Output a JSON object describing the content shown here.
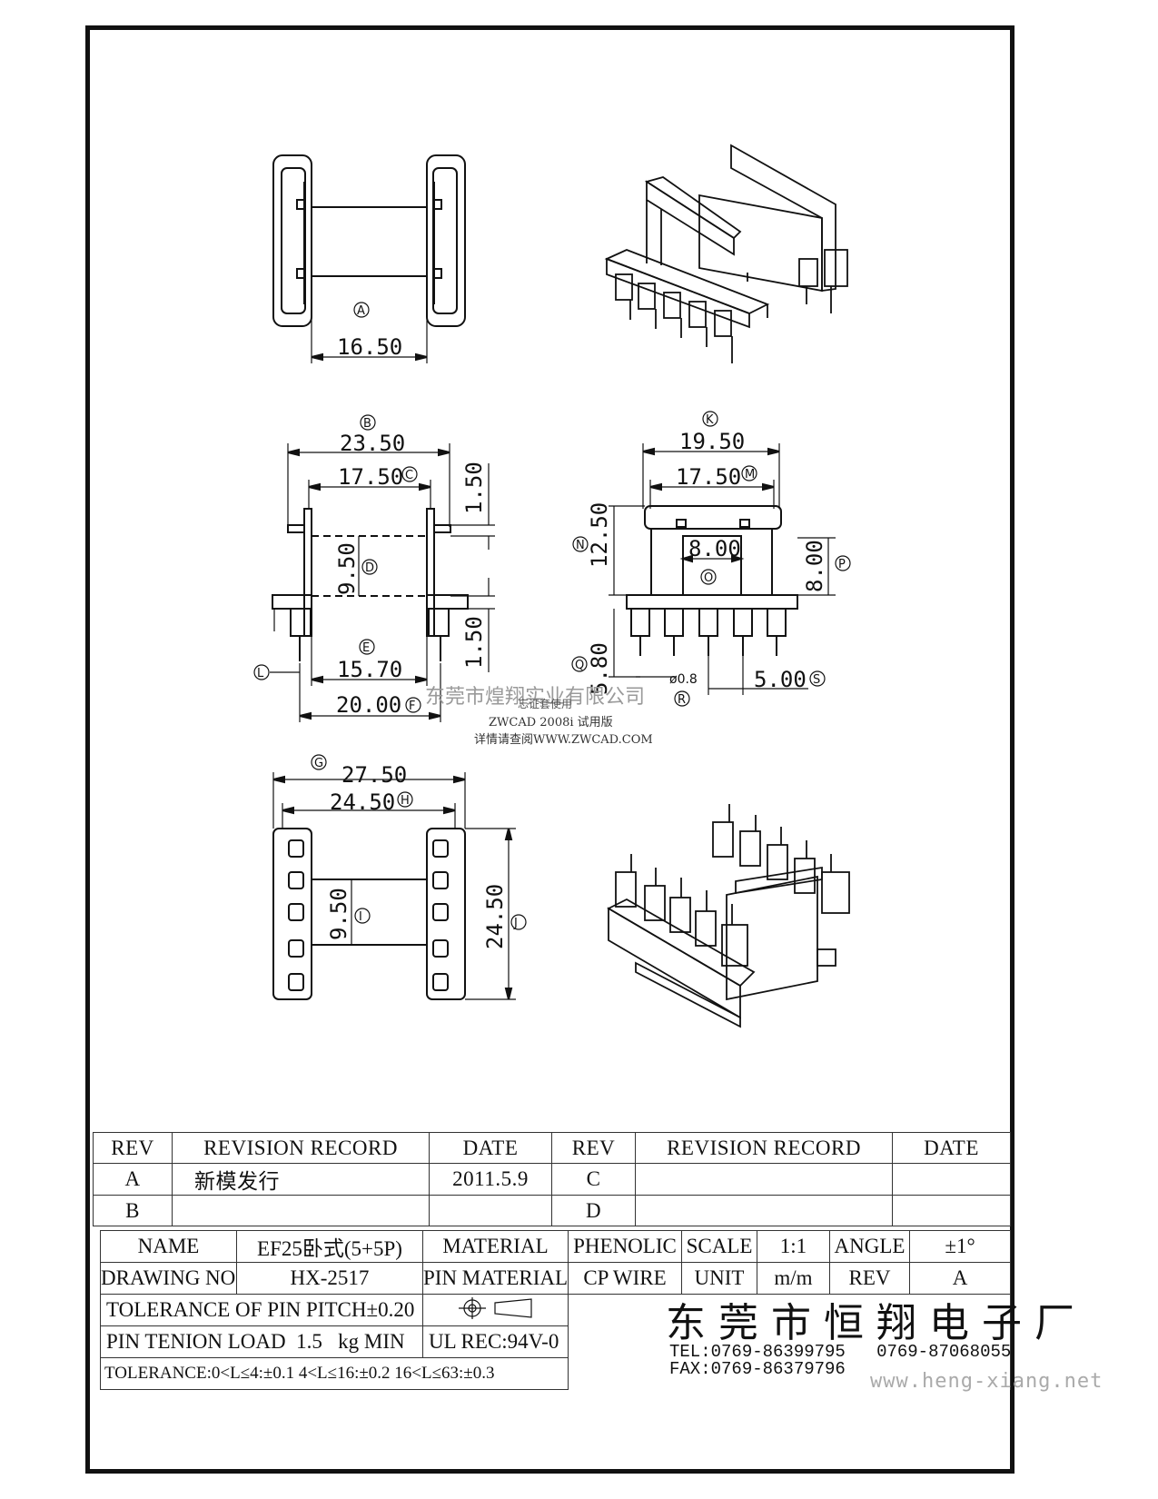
{
  "dimensions": {
    "A": "16.50",
    "B": "23.50",
    "C": "17.50",
    "C2": "1.50",
    "D": "9.50",
    "E": "15.70",
    "E2": "1.50",
    "F": "20.00",
    "K": "19.50",
    "M": "17.50",
    "N": "12.50",
    "O": "8.00",
    "P": "8.00",
    "Q": "5.80",
    "R": "ø0.8",
    "S": "5.00",
    "G": "27.50",
    "H": "24.50",
    "I": "9.50",
    "J": "24.50"
  },
  "markers": [
    "A",
    "B",
    "C",
    "D",
    "E",
    "F",
    "L",
    "K",
    "M",
    "N",
    "O",
    "P",
    "Q",
    "R",
    "S",
    "G",
    "H",
    "I",
    "J"
  ],
  "watermark": {
    "company": "东莞市煌翔实业有限公司",
    "line1": "忘证套使用",
    "line2": "ZWCAD 2008i 试用版",
    "line3": "详情请查阅WWW.ZWCAD.COM"
  },
  "revision_table": {
    "headers": [
      "REV",
      "REVISION RECORD",
      "DATE",
      "REV",
      "REVISION RECORD",
      "DATE"
    ],
    "rows": [
      [
        "A",
        "新模发行",
        "2011.5.9",
        "C",
        "",
        ""
      ],
      [
        "B",
        "",
        "",
        "D",
        "",
        ""
      ]
    ]
  },
  "title_block": {
    "name_label": "NAME",
    "name_value": "EF25卧式(5+5P)",
    "material_label": "MATERIAL",
    "material_value": "PHENOLIC",
    "scale_label": "SCALE",
    "scale_value": "1:1",
    "angle_label": "ANGLE",
    "angle_value": "±1°",
    "drawing_no_label": "DRAWING NO.",
    "drawing_no_value": "HX-2517",
    "pin_material_label": "PIN MATERIAL",
    "pin_material_value": "CP WIRE",
    "unit_label": "UNIT",
    "unit_value": "m/m",
    "rev_label": "REV",
    "rev_value": "A",
    "tolerance_pitch": "TOLERANCE OF PIN PITCH±0.20",
    "pin_tension_label": "PIN TENION LOAD",
    "pin_tension_value": "1.5",
    "pin_tension_unit": "kg MIN",
    "ul": "UL REC:94V-0",
    "tolerance_line": "TOLERANCE:0<L≤4:±0.1  4<L≤16:±0.2   16<L≤63:±0.3"
  },
  "company": {
    "name": "东莞市恒翔电子厂",
    "tel": "TEL:0769-86399795",
    "tel2": "0769-87068055",
    "fax": "FAX:0769-86379796",
    "website": "www.heng-xiang.net"
  }
}
